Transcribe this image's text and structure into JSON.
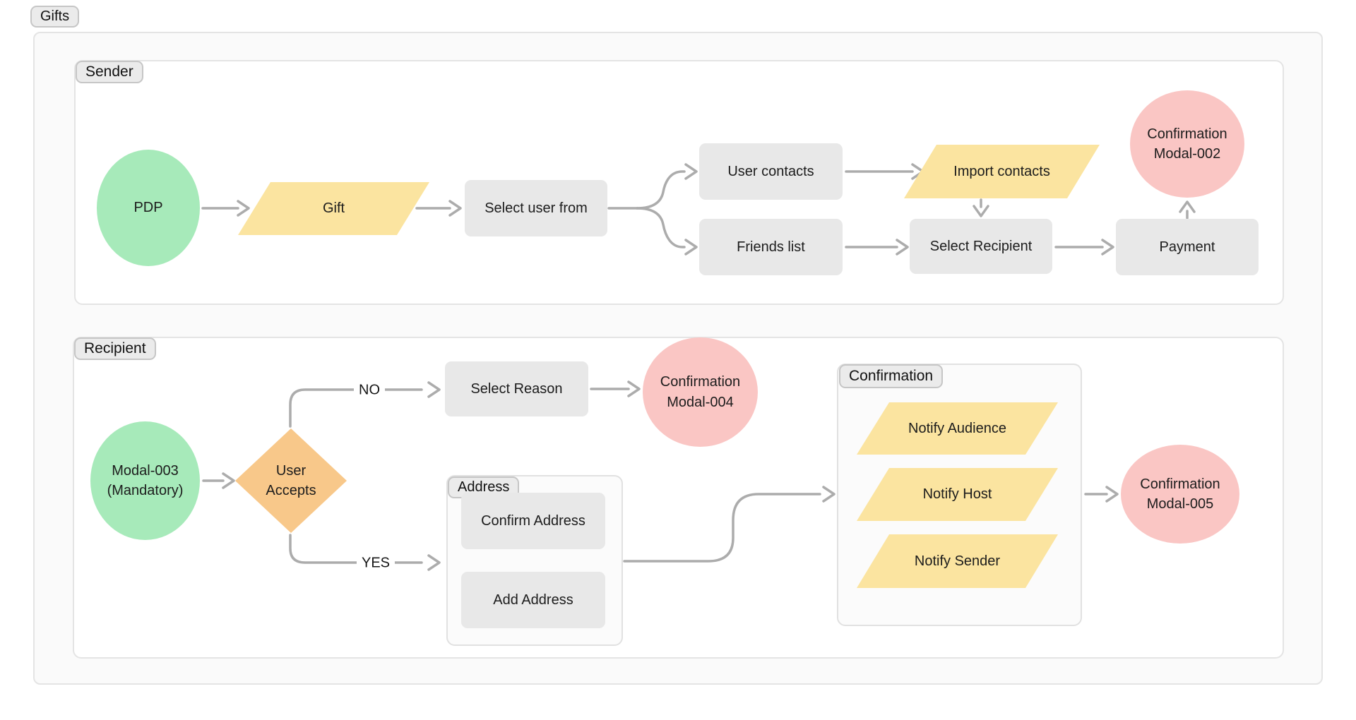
{
  "diagram_label": "Gifts",
  "colors": {
    "start_node_green": "#a7eaba",
    "io_node_yellow": "#fbe4a0",
    "end_node_pink": "#fac6c4",
    "decision_orange": "#f8c88a",
    "process_gray": "#e8e8e8",
    "arrow_gray": "#acacac",
    "panel_border": "#e4e4e4",
    "pill_background": "#ebebeb",
    "pill_border": "#c6c6c6"
  },
  "sender": {
    "label": "Sender",
    "nodes": {
      "pdp": "PDP",
      "gift": "Gift",
      "select_user_from": "Select user from",
      "user_contacts": "User contacts",
      "friends_list": "Friends list",
      "import_contacts": "Import contacts",
      "select_recipient": "Select Recipient",
      "payment": "Payment",
      "modal_002": "Confirmation\nModal-002"
    }
  },
  "recipient": {
    "label": "Recipient",
    "nodes": {
      "modal_003": "Modal-003\n(Mandatory)",
      "user_accepts": "User\nAccepts",
      "select_reason": "Select Reason",
      "modal_004": "Confirmation\nModal-004",
      "modal_005": "Confirmation\nModal-005"
    },
    "branches": {
      "no": "NO",
      "yes": "YES"
    },
    "address_group": {
      "label": "Address",
      "confirm_address": "Confirm Address",
      "add_address": "Add Address"
    },
    "confirmation_group": {
      "label": "Confirmation",
      "notify_audience": "Notify Audience",
      "notify_host": "Notify Host",
      "notify_sender": "Notify Sender"
    }
  }
}
